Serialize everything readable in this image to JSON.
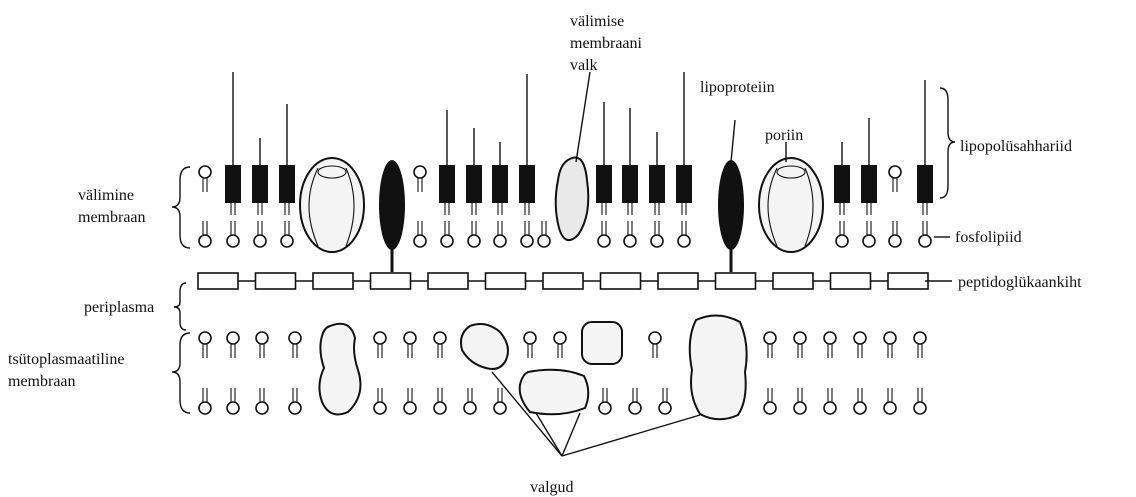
{
  "labels": {
    "outer_membrane": [
      "välimine",
      "membraan"
    ],
    "inner_membrane_protein": [
      "välimise",
      "membraani",
      "valk"
    ],
    "lipoprotein": "lipoproteiin",
    "porin": "poriin",
    "lps": "lipopolüsahhariid",
    "phospholipid": "fosfolipiid",
    "peptidoglycan": "peptidoglükaankiht",
    "periplasm": "periplasma",
    "cytoplasmic_membrane": [
      "tsütoplasmaatiline",
      "membraan"
    ],
    "proteins": "valgud"
  }
}
